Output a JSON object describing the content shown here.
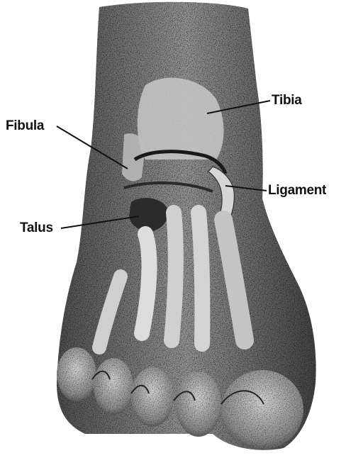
{
  "figure": {
    "labels": {
      "fibula": "Fibula",
      "tibia": "Tibia",
      "ligament": "Ligament",
      "talus": "Talus"
    },
    "colors": {
      "ink": "#111111",
      "shade_dark": "#2a2a2a",
      "shade_mid": "#6a6a6a",
      "shade_light": "#a8a8a8",
      "background": "#ffffff"
    }
  }
}
